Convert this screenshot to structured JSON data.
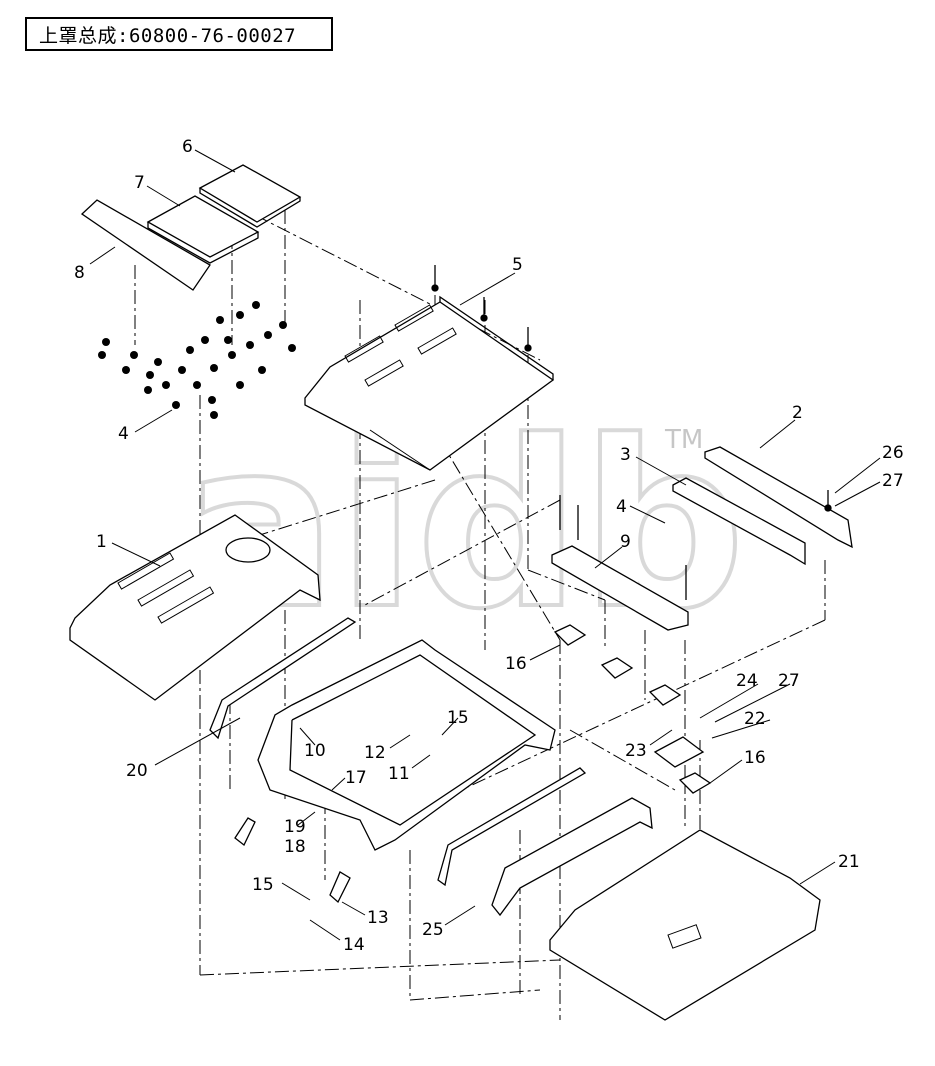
{
  "title": "上罩总成:60800-76-00027",
  "watermark": {
    "text": "aidb",
    "tm": "TM"
  },
  "callouts": [
    {
      "label": "6"
    },
    {
      "label": "7"
    },
    {
      "label": "8"
    },
    {
      "label": "5"
    },
    {
      "label": "4"
    },
    {
      "label": "2"
    },
    {
      "label": "3"
    },
    {
      "label": "26"
    },
    {
      "label": "27"
    },
    {
      "label": "4"
    },
    {
      "label": "9"
    },
    {
      "label": "1"
    },
    {
      "label": "16"
    },
    {
      "label": "24"
    },
    {
      "label": "27"
    },
    {
      "label": "22"
    },
    {
      "label": "23"
    },
    {
      "label": "16"
    },
    {
      "label": "15"
    },
    {
      "label": "20"
    },
    {
      "label": "10"
    },
    {
      "label": "12"
    },
    {
      "label": "11"
    },
    {
      "label": "17"
    },
    {
      "label": "19"
    },
    {
      "label": "18"
    },
    {
      "label": "15"
    },
    {
      "label": "13"
    },
    {
      "label": "14"
    },
    {
      "label": "25"
    },
    {
      "label": "21"
    }
  ]
}
